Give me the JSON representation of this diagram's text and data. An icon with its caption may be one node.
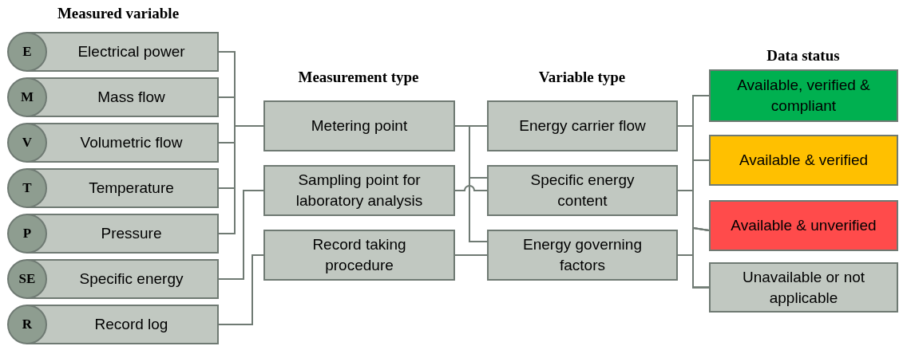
{
  "diagram": {
    "nodes": [
      {
        "text": [
          "E",
          "Electrical power"
        ]
      },
      {
        "text": [
          "M",
          "Mass flow"
        ]
      },
      {
        "text": [
          "V",
          "Volumetric flow"
        ]
      },
      {
        "text": [
          "T",
          "Temperature"
        ]
      },
      {
        "text": [
          "P",
          "Pressure"
        ]
      },
      {
        "text": [
          "SE",
          "Specific energy"
        ]
      },
      {
        "text": [
          "R",
          "Record log"
        ]
      },
      {
        "text": [
          "Metering point"
        ]
      },
      {
        "text": [
          "Sampling point for laboratory analysis"
        ]
      },
      {
        "text": [
          "Record taking procedure"
        ]
      },
      {
        "text": [
          "Energy carrier flow"
        ]
      },
      {
        "text": [
          "Specific energy content"
        ]
      },
      {
        "text": [
          "Energy governing factors"
        ]
      },
      {
        "text": [
          "Available, verified & compliant"
        ]
      },
      {
        "text": [
          "Available & verified"
        ]
      },
      {
        "text": [
          "Available & unverified"
        ]
      },
      {
        "text": [
          "Unavailable or not applicable"
        ]
      }
    ],
    "edges": [
      {
        "from": 0,
        "to": 7,
        "arrow": "none"
      },
      {
        "from": 1,
        "to": 7,
        "arrow": "none"
      },
      {
        "from": 2,
        "to": 7,
        "arrow": "none"
      },
      {
        "from": 3,
        "to": 7,
        "arrow": "none"
      },
      {
        "from": 4,
        "to": 7,
        "arrow": "none"
      },
      {
        "from": 5,
        "to": 8,
        "arrow": "none"
      },
      {
        "from": 6,
        "to": 9,
        "arrow": "none"
      },
      {
        "from": 7,
        "to": 10,
        "arrow": "none"
      },
      {
        "from": 7,
        "to": 11,
        "arrow": "none"
      },
      {
        "from": 7,
        "to": 12,
        "arrow": "none"
      },
      {
        "from": 8,
        "to": 11,
        "arrow": "none"
      },
      {
        "from": 9,
        "to": 12,
        "arrow": "none"
      },
      {
        "from": 10,
        "to": 13,
        "arrow": "none"
      },
      {
        "from": 10,
        "to": 14,
        "arrow": "none"
      },
      {
        "from": 10,
        "to": 15,
        "arrow": "none"
      },
      {
        "from": 10,
        "to": 16,
        "arrow": "none"
      },
      {
        "from": 11,
        "to": 13,
        "arrow": "none"
      },
      {
        "from": 11,
        "to": 14,
        "arrow": "none"
      },
      {
        "from": 11,
        "to": 15,
        "arrow": "none"
      },
      {
        "from": 11,
        "to": 16,
        "arrow": "none"
      },
      {
        "from": 12,
        "to": 13,
        "arrow": "none"
      },
      {
        "from": 12,
        "to": 14,
        "arrow": "none"
      },
      {
        "from": 12,
        "to": 15,
        "arrow": "none"
      },
      {
        "from": 12,
        "to": 16,
        "arrow": "none"
      }
    ],
    "labels": [
      "Measured variable",
      "Measurement type",
      "Variable type",
      "Data status"
    ]
  }
}
